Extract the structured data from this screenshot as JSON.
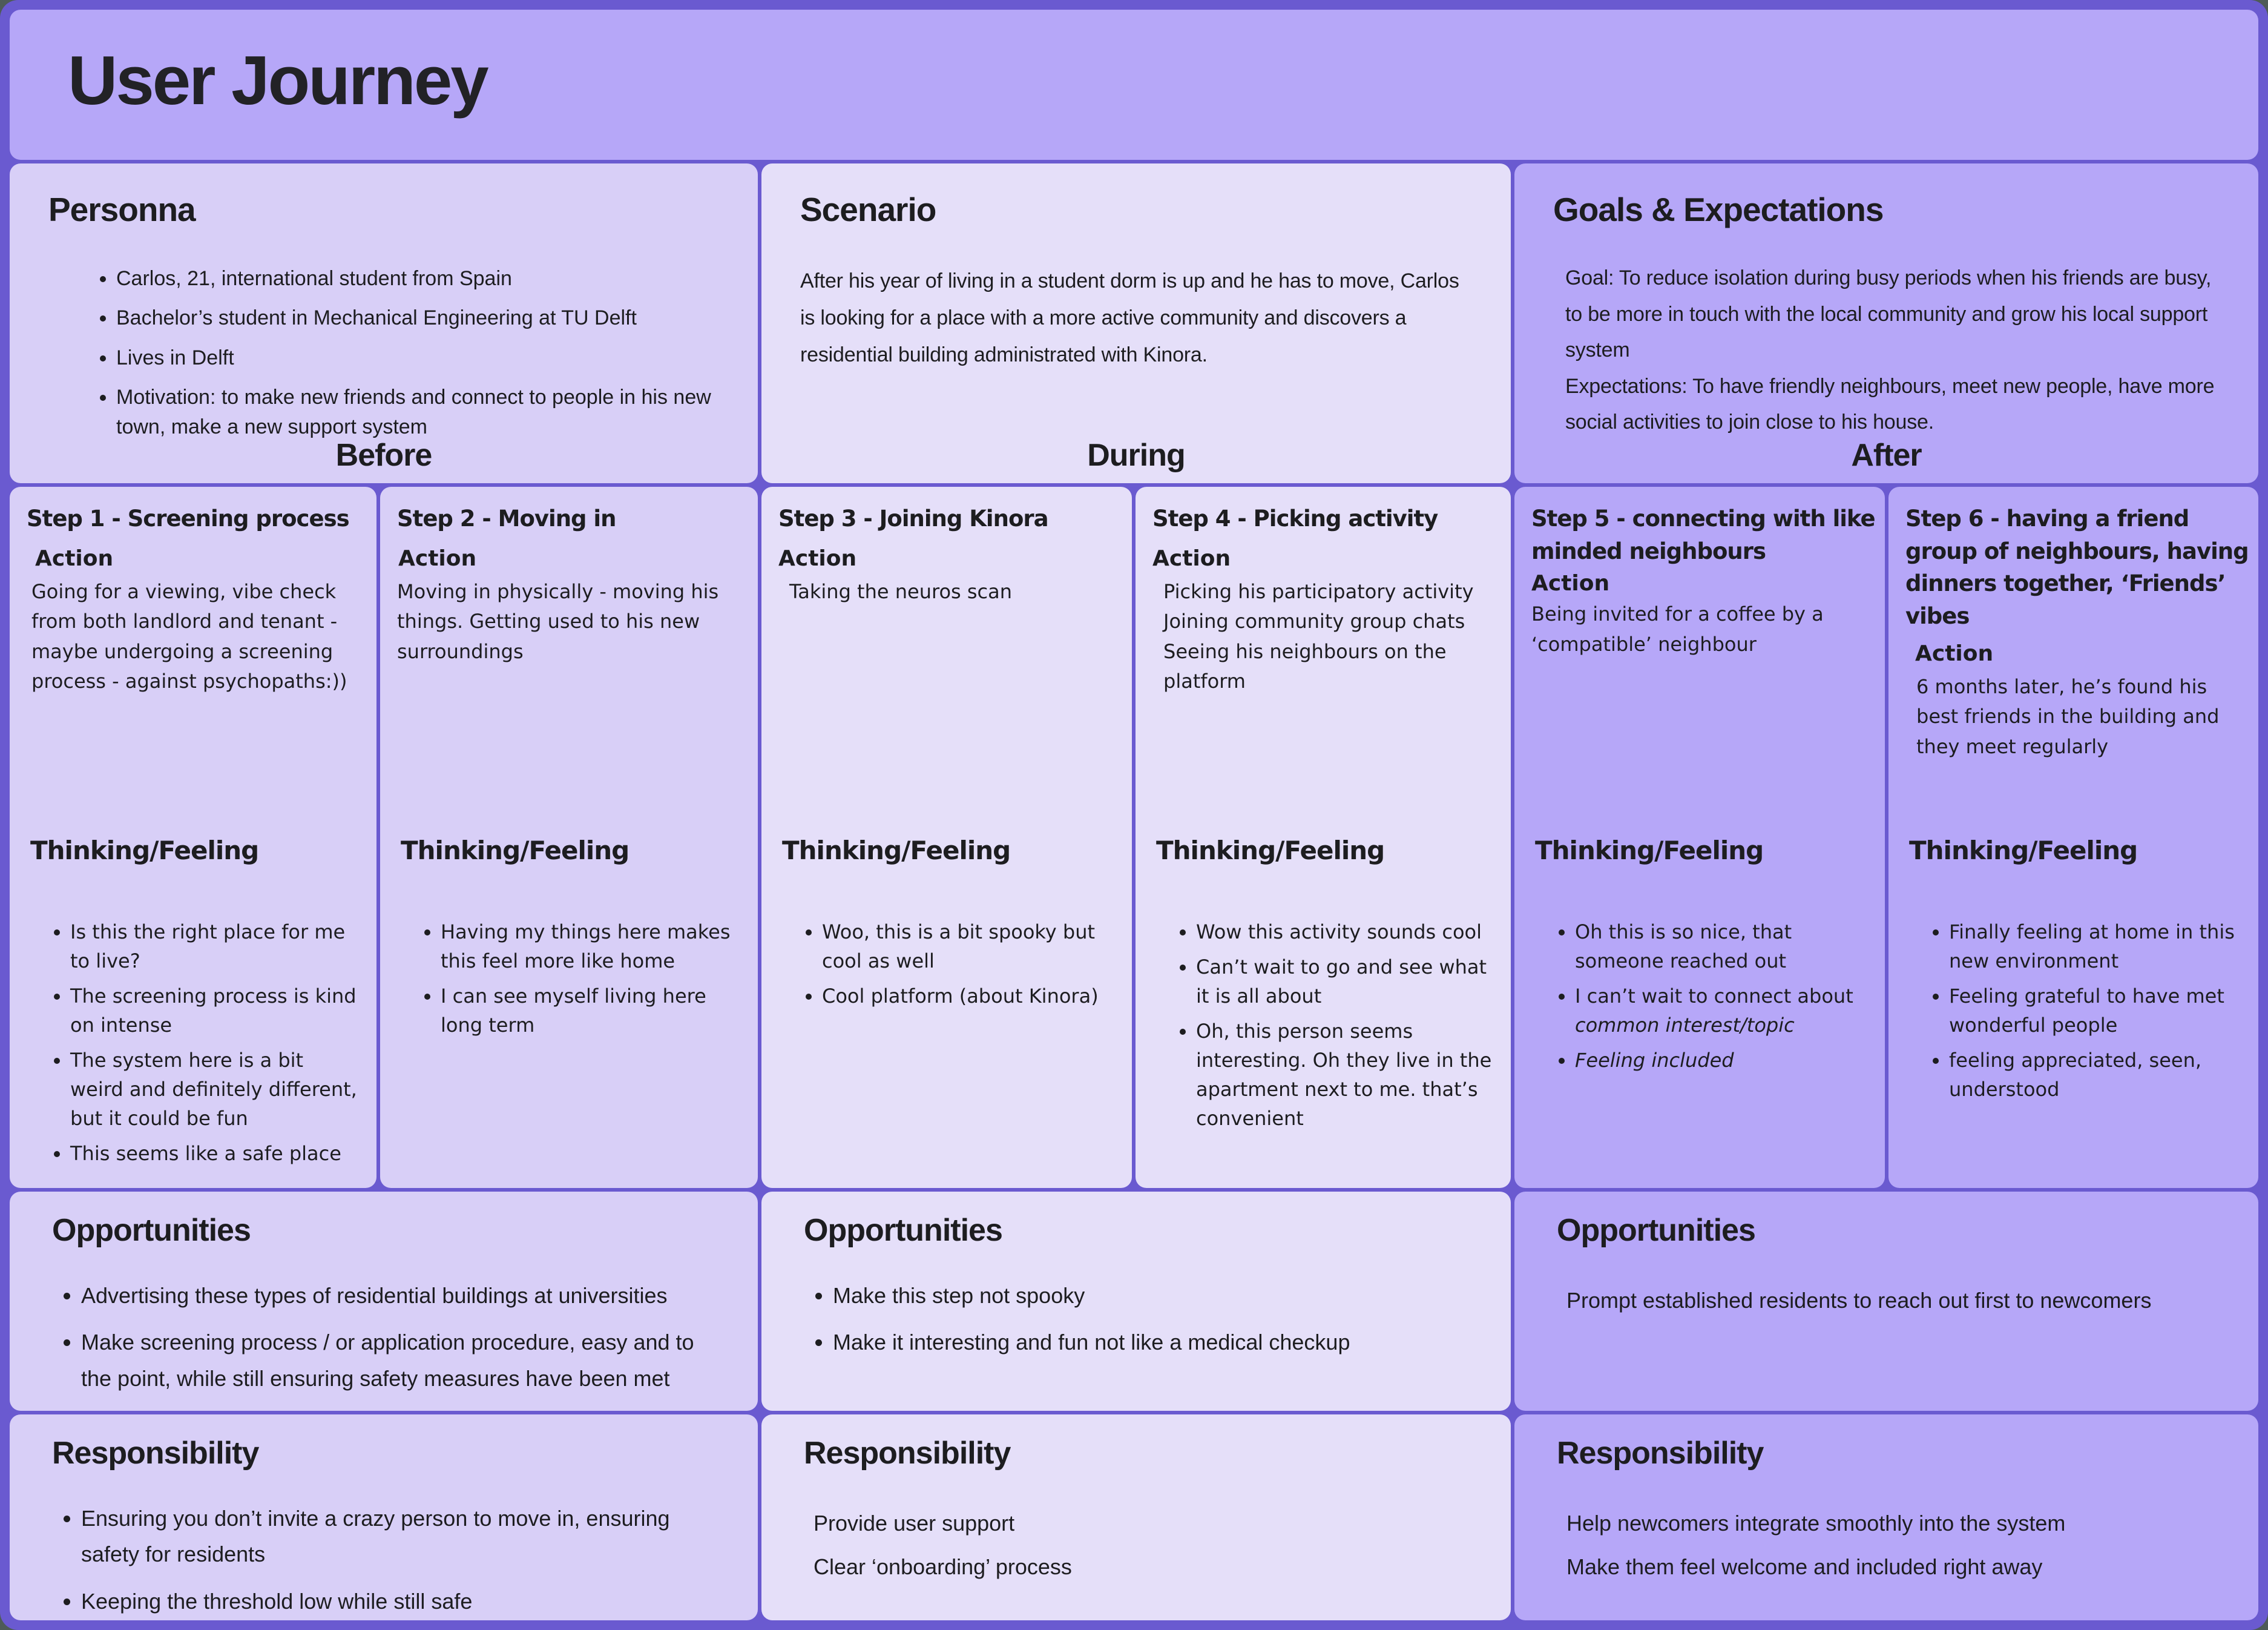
{
  "title": "User Journey",
  "colors": {
    "frame": "#6a5ad0",
    "panel_dark": "#b6a7f8",
    "panel_light": "#d8cff7",
    "panel_lighter": "#e5dff9",
    "text": "#1d1d20"
  },
  "phases": {
    "before": "Before",
    "during": "During",
    "after": "After"
  },
  "persona": {
    "heading": "Personna",
    "items": [
      "Carlos, 21, international student from Spain",
      "Bachelor’s student in Mechanical Engineering at TU Delft",
      "Lives in Delft",
      "Motivation: to make new friends and connect to people in his new town, make a new support system"
    ]
  },
  "scenario": {
    "heading": "Scenario",
    "text": "After his year of living in a student dorm is up and he has to move, Carlos is looking for a place with a more active community and discovers a residential building administrated with Kinora."
  },
  "goals": {
    "heading": "Goals & Expectations",
    "lines": [
      "Goal: To reduce isolation during busy periods when his friends are busy, to be more in touch with the local community and grow his local support system",
      "Expectations: To have friendly neighbours, meet new people, have more social activities to join close to his house."
    ]
  },
  "steps": [
    {
      "heading": "Step 1 - Screening process",
      "action_label": "Action",
      "action_lines": [
        "Going for a viewing, vibe check from both landlord and tenant - maybe undergoing a screening process - against psychopaths:))"
      ],
      "thinking_label": "Thinking/Feeling",
      "thoughts": [
        "Is this the right place for me to live?",
        "The screening process is kind on intense",
        "The system here is a bit weird and definitely different, but it could be fun",
        "This seems like a safe place"
      ]
    },
    {
      "heading": "Step 2 - Moving in",
      "action_label": "Action",
      "action_lines": [
        "Moving in physically - moving his things. Getting used to his new surroundings"
      ],
      "thinking_label": "Thinking/Feeling",
      "thoughts": [
        "Having my things here makes this feel more like home",
        "I can see myself living here long term"
      ]
    },
    {
      "heading": "Step 3 - Joining Kinora",
      "action_label": "Action",
      "action_lines": [
        "Taking the neuros scan"
      ],
      "thinking_label": "Thinking/Feeling",
      "thoughts": [
        "Woo, this is a bit spooky but cool as well",
        "Cool platform (about Kinora)"
      ]
    },
    {
      "heading": "Step 4 - Picking activity",
      "action_label": "Action",
      "action_lines": [
        "Picking his participatory activity",
        "Joining community group chats",
        "Seeing his neighbours on the platform"
      ],
      "thinking_label": "Thinking/Feeling",
      "thoughts": [
        "Wow this activity sounds cool",
        "Can’t wait to go and see what it is all about",
        "Oh, this person seems interesting. Oh they live in the apartment next to me. that’s convenient"
      ]
    },
    {
      "heading": "Step 5 - connecting with like minded neighbours",
      "action_label": "Action",
      "action_lines": [
        "Being invited for a coffee by a ‘compatible’ neighbour"
      ],
      "thinking_label": "Thinking/Feeling",
      "thoughts": [
        "Oh this is so nice, that someone reached out",
        [
          {
            "t": "I can’t wait to connect about ",
            "i": false
          },
          {
            "t": "common interest/topic",
            "i": true
          }
        ],
        [
          {
            "t": "Feeling included",
            "i": true
          }
        ]
      ]
    },
    {
      "heading": "Step 6 - having a friend group of neighbours, having dinners together, ‘Friends’ vibes",
      "action_label": "Action",
      "action_lines": [
        "6 months later, he’s found his best friends in the building and they meet regularly"
      ],
      "thinking_label": "Thinking/Feeling",
      "thoughts": [
        "Finally feeling at home in this new environment",
        "Feeling grateful to have met wonderful people",
        "feeling appreciated, seen, understood"
      ]
    }
  ],
  "opportunities": {
    "heading": "Opportunities",
    "before_items": [
      "Advertising these types of residential buildings at universities",
      "Make screening process / or application procedure, easy and to the point, while still ensuring safety measures have been met"
    ],
    "during_items": [
      "Make this step not spooky",
      "Make it interesting and fun not like a medical checkup"
    ],
    "after_lines": [
      "Prompt established residents to reach out first to newcomers"
    ]
  },
  "responsibility": {
    "heading": "Responsibility",
    "before_items": [
      "Ensuring you don’t invite a crazy person to move in, ensuring safety for residents",
      "Keeping the threshold low while still safe"
    ],
    "during_lines": [
      "Provide user support",
      "Clear ‘onboarding’ process"
    ],
    "after_lines": [
      "Help newcomers integrate smoothly into the system",
      "Make them feel welcome and included right away"
    ]
  }
}
